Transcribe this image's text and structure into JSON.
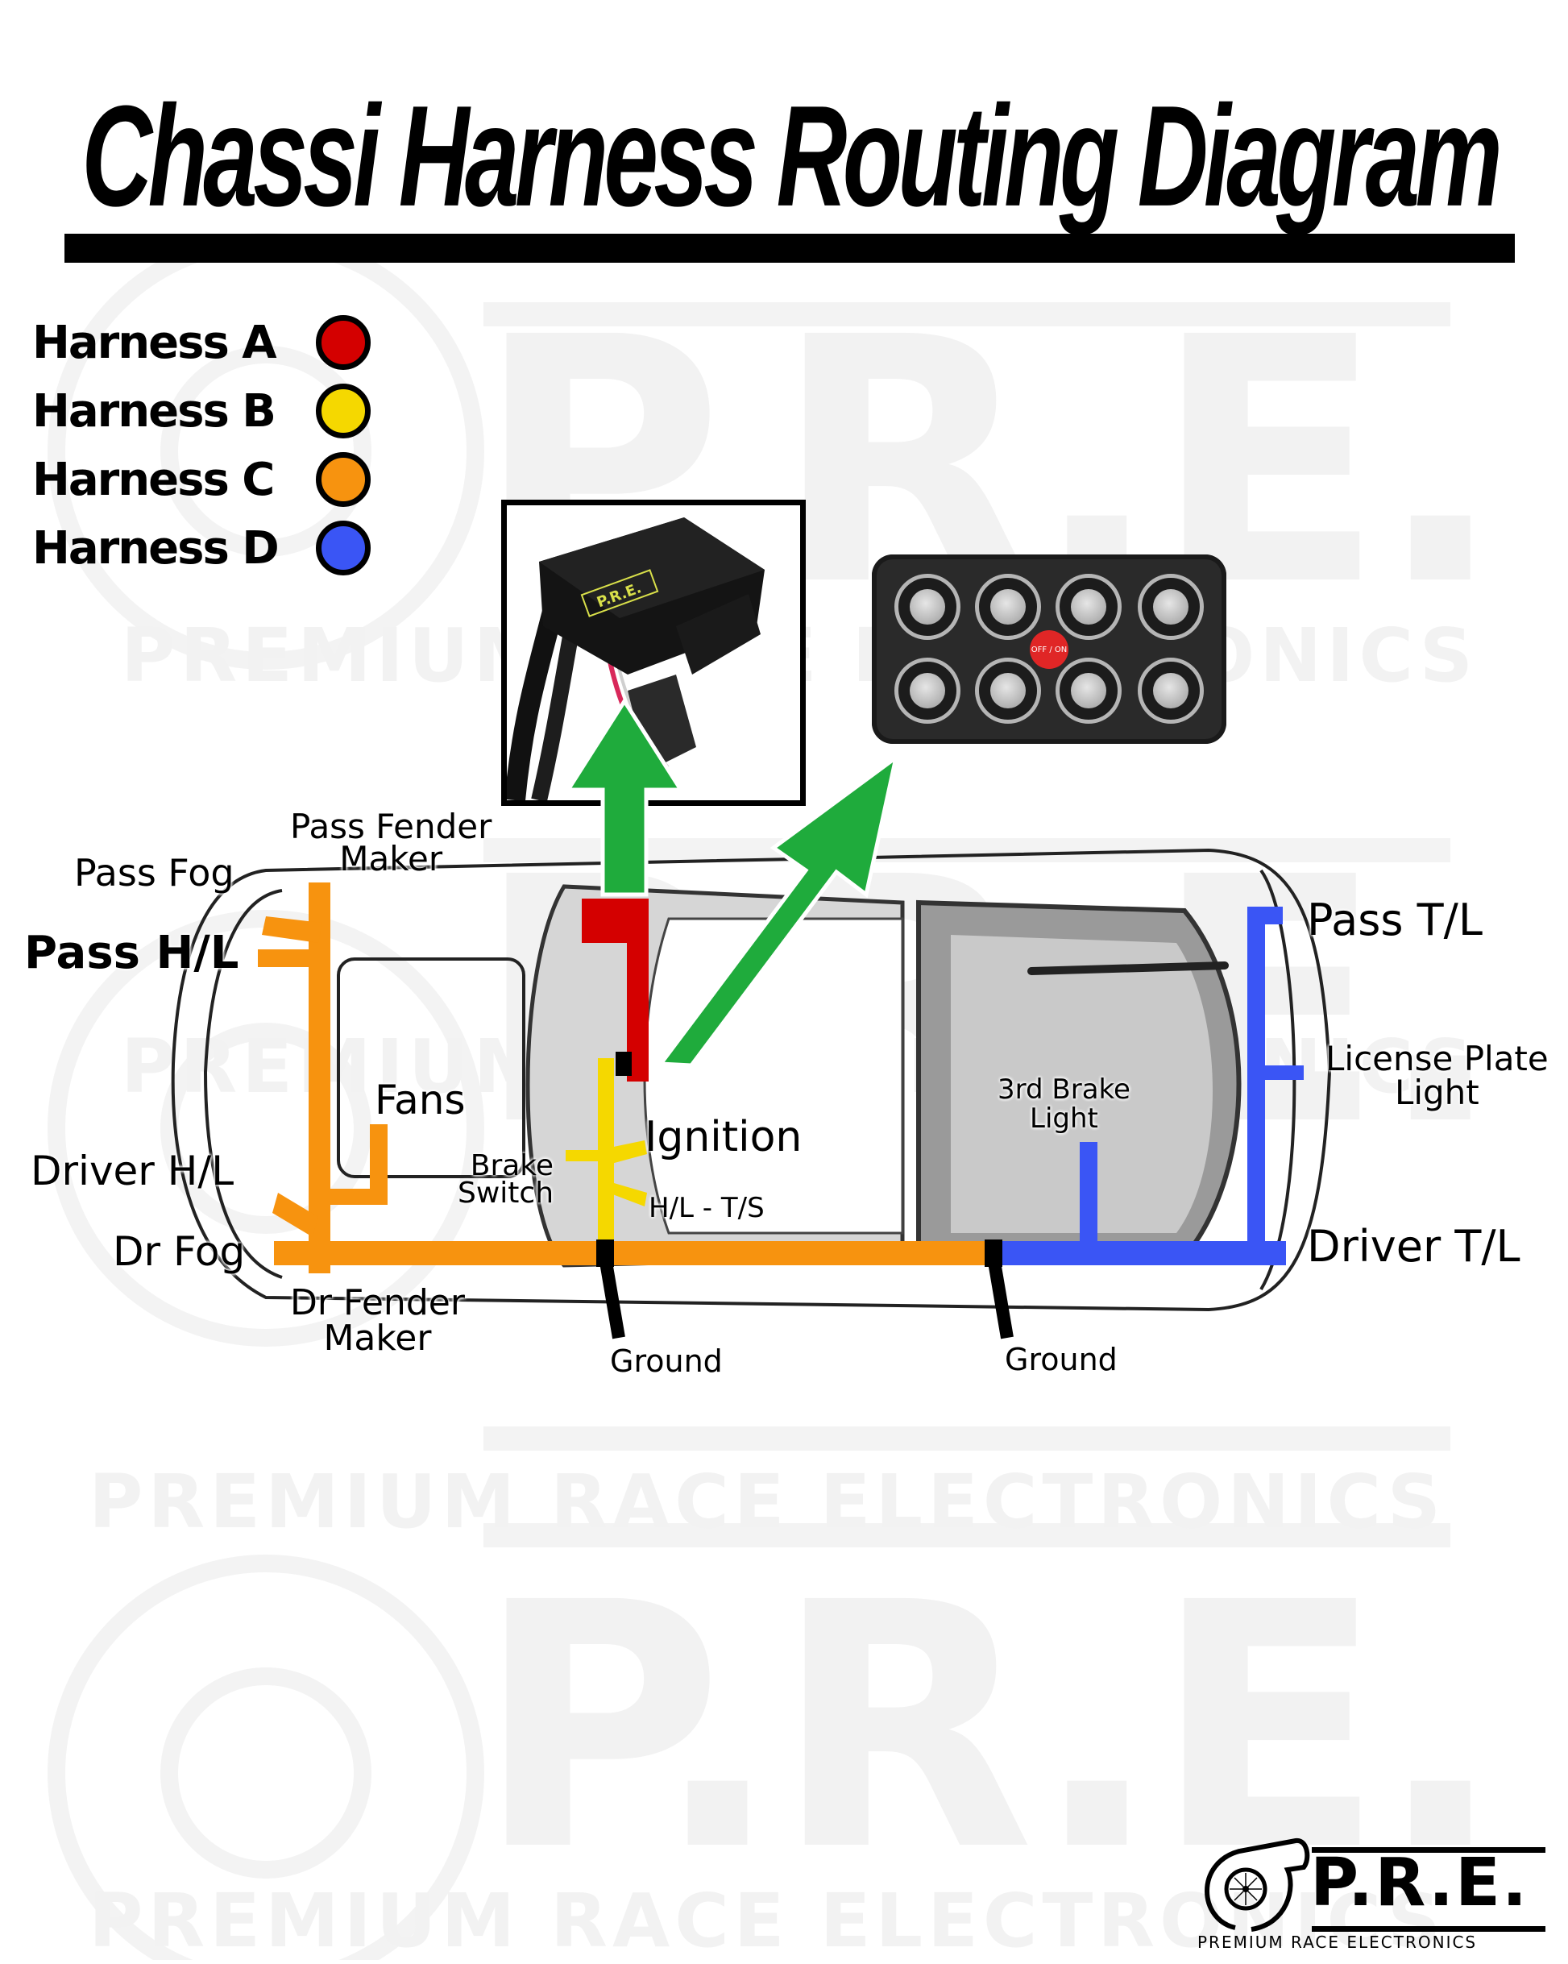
{
  "title": "Chassi Harness Routing Diagram",
  "legend": [
    {
      "label": "Harness A",
      "color": "#d40000"
    },
    {
      "label": "Harness B",
      "color": "#f5d800"
    },
    {
      "label": "Harness C",
      "color": "#f7930f"
    },
    {
      "label": "Harness D",
      "color": "#3a55f5"
    }
  ],
  "colors": {
    "harness_a": "#d40000",
    "harness_b": "#f5d800",
    "harness_c": "#f7930f",
    "harness_d": "#3a55f5",
    "ground": "#000000",
    "arrow": "#1fab3c"
  },
  "labels": {
    "pass_fender_marker": [
      "Pass Fender",
      "Maker"
    ],
    "pass_fog": "Pass Fog",
    "pass_hl": "Pass H/L",
    "fans": "Fans",
    "driver_hl": "Driver H/L",
    "dr_fog": "Dr Fog",
    "dr_fender_marker": [
      "Dr Fender",
      "Maker"
    ],
    "brake_switch": [
      "Brake",
      "Switch"
    ],
    "ignition": "Ignition",
    "hl_ts": "H/L - T/S",
    "ground_front": "Ground",
    "ground_rear": "Ground",
    "third_brake": [
      "3rd Brake",
      "Light"
    ],
    "pass_tl": "Pass T/L",
    "license_plate": [
      "License Plate",
      "Light"
    ],
    "driver_tl": "Driver T/L"
  },
  "module_photo": {
    "badge": "P.R.E."
  },
  "keypad": {
    "buttons": 8,
    "center_label": "OFF / ON"
  },
  "logo": {
    "mark": "P.R.E.",
    "tagline": "PREMIUM RACE ELECTRONICS"
  },
  "watermark": {
    "mark": "P.R.E.",
    "tagline": "PREMIUM RACE ELECTRONICS"
  }
}
